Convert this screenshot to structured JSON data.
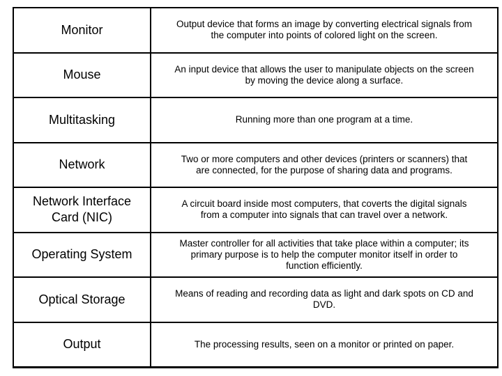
{
  "colors": {
    "background": "#ffffff",
    "border": "#000000",
    "text": "#000000"
  },
  "table": {
    "rows": [
      {
        "term": "Monitor",
        "definition": "Output device that forms an image by converting electrical signals from\nthe computer into points of colored light on the screen."
      },
      {
        "term": "Mouse",
        "definition": "An input device that allows the user to manipulate objects on the screen\nby moving the device along a surface."
      },
      {
        "term": "Multitasking",
        "definition": "Running more than one program at a time."
      },
      {
        "term": "Network",
        "definition": "Two or more computers and other devices (printers or scanners) that\nare connected, for the purpose of sharing data and programs."
      },
      {
        "term": "Network Interface\nCard (NIC)",
        "definition": "A circuit board inside most computers, that coverts the digital signals\nfrom a computer into signals that can travel over a network."
      },
      {
        "term": "Operating System",
        "definition": "Master controller for all activities that take place within a computer; its\nprimary purpose is to help the computer monitor itself in order to\nfunction efficiently."
      },
      {
        "term": "Optical Storage",
        "definition": "Means of reading and recording data as light and dark spots on CD and\nDVD."
      },
      {
        "term": "Output",
        "definition": "The processing results, seen on a monitor or printed on paper."
      }
    ]
  }
}
